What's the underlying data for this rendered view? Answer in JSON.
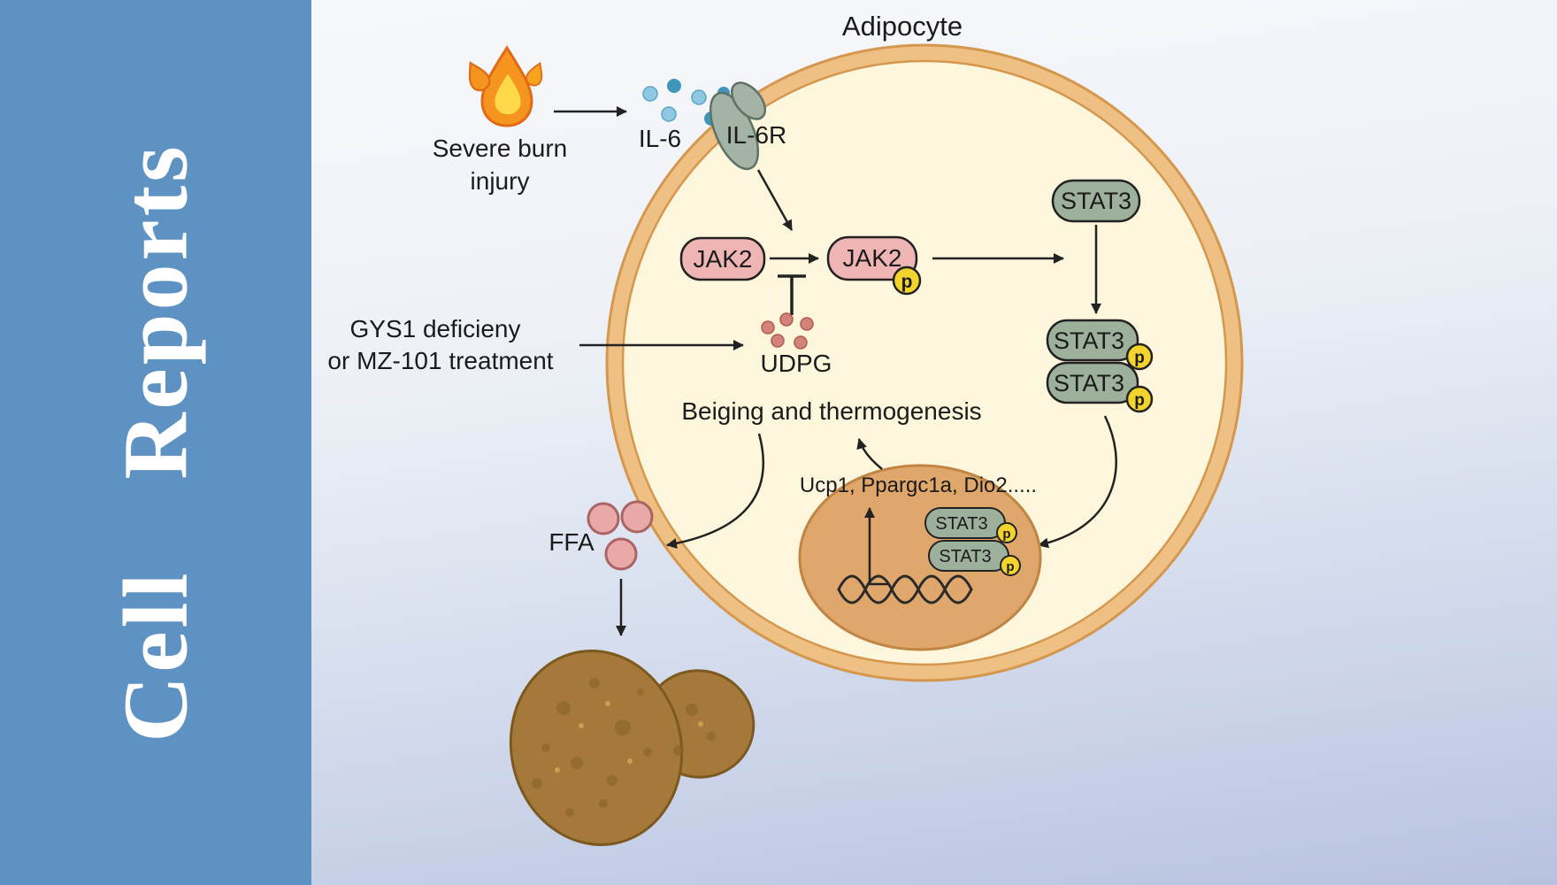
{
  "journal": {
    "name": "Cell Reports"
  },
  "figure": {
    "cell_label": "Adipocyte",
    "trigger_line1": "Severe burn",
    "trigger_line2": "injury",
    "ligand": "IL-6",
    "receptor": "IL-6R",
    "kinase": "JAK2",
    "phospho": "p",
    "stat": "STAT3",
    "intervention_line1": "GYS1 deficieny",
    "intervention_line2": "or MZ-101 treatment",
    "metabolite": "UDPG",
    "process": "Beiging and thermogenesis",
    "target_genes": "Ucp1, Ppargc1a, Dio2.....",
    "lipid": "FFA"
  },
  "colors": {
    "sidebar_blue": "#5e92c3",
    "background_top": "#f7f8fb",
    "background_bottom": "#b7c2e0",
    "cell_fill": "#fcf6dc",
    "membrane_band": "#eec084",
    "membrane_edge": "#d5974d",
    "jak2_fill": "#efb5b5",
    "stat3_fill": "#9db09b",
    "phospho_yellow": "#f3d32e",
    "nucleus_fill": "#dfa76c",
    "il6_dot_light": "#8fc8e2",
    "il6_dot_dark": "#3f96ba",
    "receptor_fill": "#a3b4a7",
    "udpg_dot": "#d4837a",
    "ffa_fill": "#e9a9a9",
    "liver_brown": "#a5793a",
    "flame_orange": "#f5941f",
    "flame_yellow": "#ffd94a"
  }
}
